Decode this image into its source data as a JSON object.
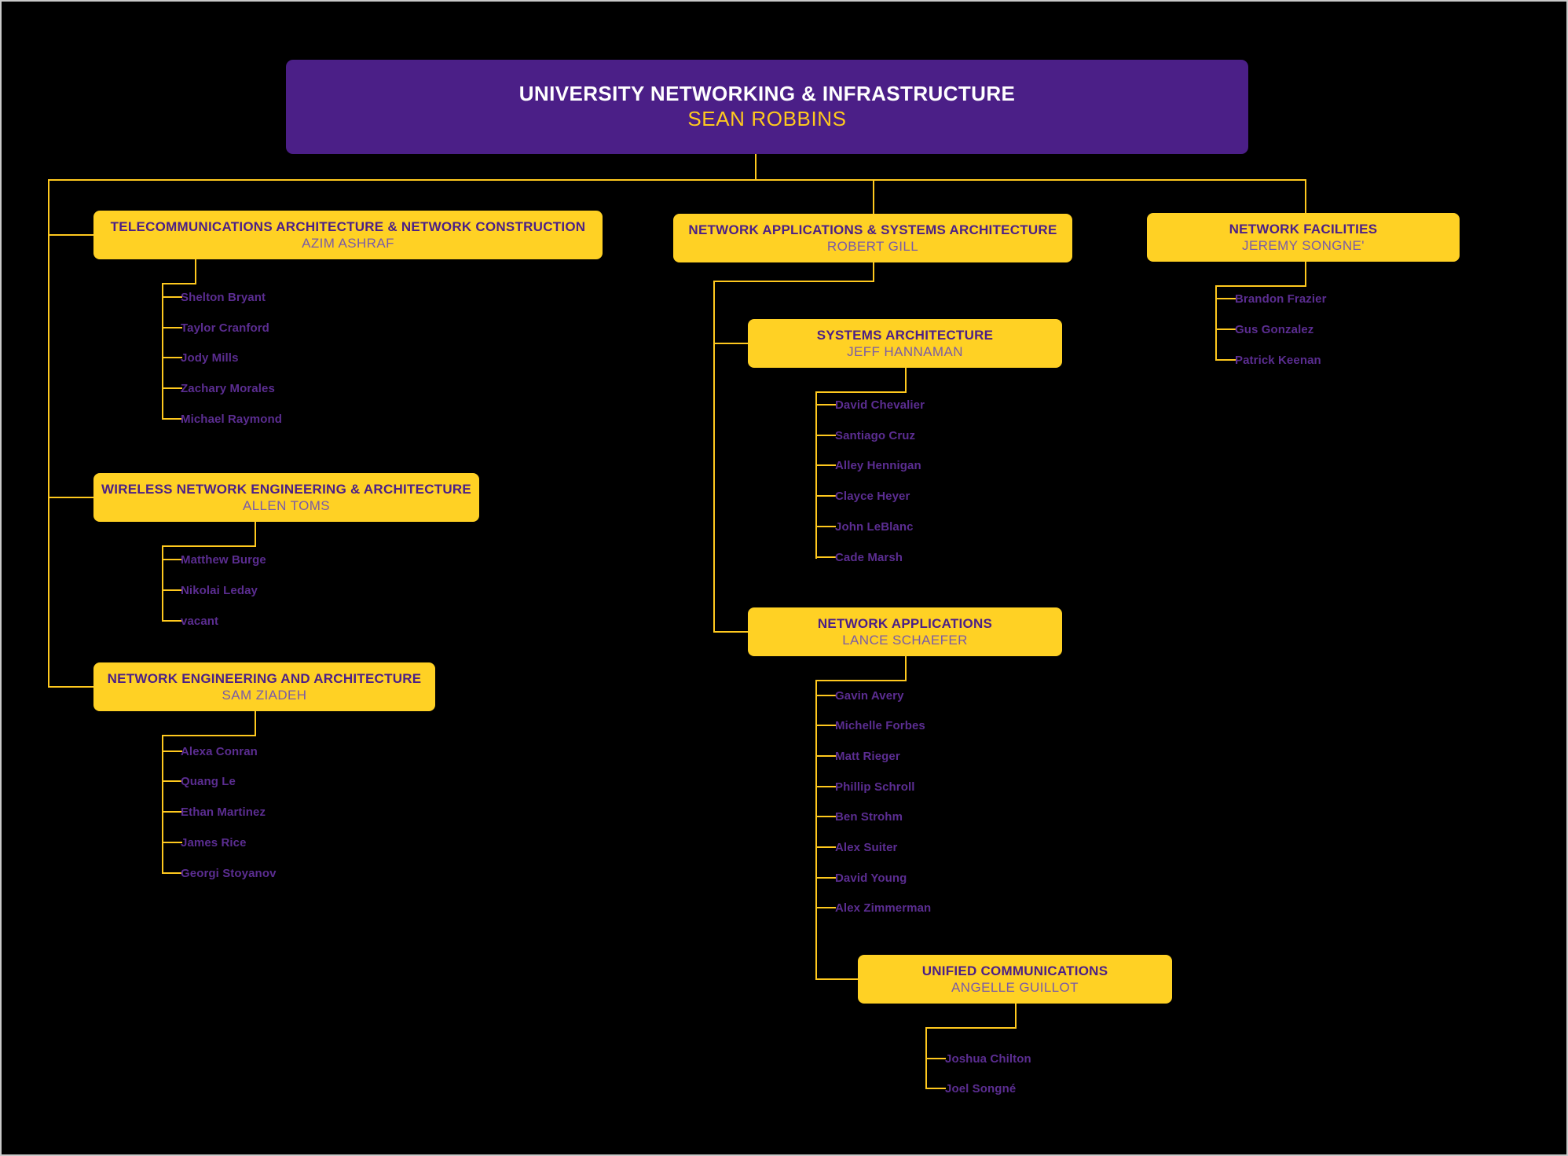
{
  "chart": {
    "type": "org-chart",
    "background_color": "#000000",
    "box_color": "#FFD124",
    "root_color": "#4B1F87",
    "line_color": "#FFC91E",
    "leaf_text_color": "#5B2D91"
  },
  "root": {
    "title": "UNIVERSITY NETWORKING & INFRASTRUCTURE",
    "name": "SEAN ROBBINS"
  },
  "divisions": {
    "telecom": {
      "title": "TELECOMMUNICATIONS ARCHITECTURE & NETWORK CONSTRUCTION",
      "name": "AZIM ASHRAF",
      "reports": [
        "Shelton Bryant",
        "Taylor Cranford",
        "Jody Mills",
        "Zachary Morales",
        "Michael Raymond"
      ]
    },
    "wireless": {
      "title": "WIRELESS NETWORK ENGINEERING & ARCHITECTURE",
      "name": "ALLEN TOMS",
      "reports": [
        "Matthew Burge",
        "Nikolai Leday",
        "vacant"
      ]
    },
    "netengarch": {
      "title": "NETWORK ENGINEERING AND ARCHITECTURE",
      "name": "SAM ZIADEH",
      "reports": [
        "Alexa Conran",
        "Quang Le",
        "Ethan Martinez",
        "James Rice",
        "Georgi Stoyanov"
      ]
    },
    "netappsys": {
      "title": "NETWORK APPLICATIONS & SYSTEMS ARCHITECTURE",
      "name": "ROBERT GILL",
      "reports": []
    },
    "sysarch": {
      "title": "SYSTEMS ARCHITECTURE",
      "name": "JEFF HANNAMAN",
      "reports": [
        "David Chevalier",
        "Santiago Cruz",
        "Alley Hennigan",
        "Clayce Heyer",
        "John LeBlanc",
        "Cade Marsh"
      ]
    },
    "netapps": {
      "title": "NETWORK APPLICATIONS",
      "name": "LANCE SCHAEFER",
      "reports": [
        "Gavin Avery",
        "Michelle Forbes",
        "Matt Rieger",
        "Phillip Schroll",
        "Ben Strohm",
        "Alex Suiter",
        "David Young",
        "Alex Zimmerman"
      ]
    },
    "unifiedcomm": {
      "title": "UNIFIED COMMUNICATIONS",
      "name": "ANGELLE GUILLOT",
      "reports": [
        "Joshua Chilton",
        "Joel Songné"
      ]
    },
    "netfacilities": {
      "title": "NETWORK FACILITIES",
      "name": "JEREMY SONGNE'",
      "reports": [
        "Brandon Frazier",
        "Gus Gonzalez",
        "Patrick Keenan"
      ]
    }
  }
}
